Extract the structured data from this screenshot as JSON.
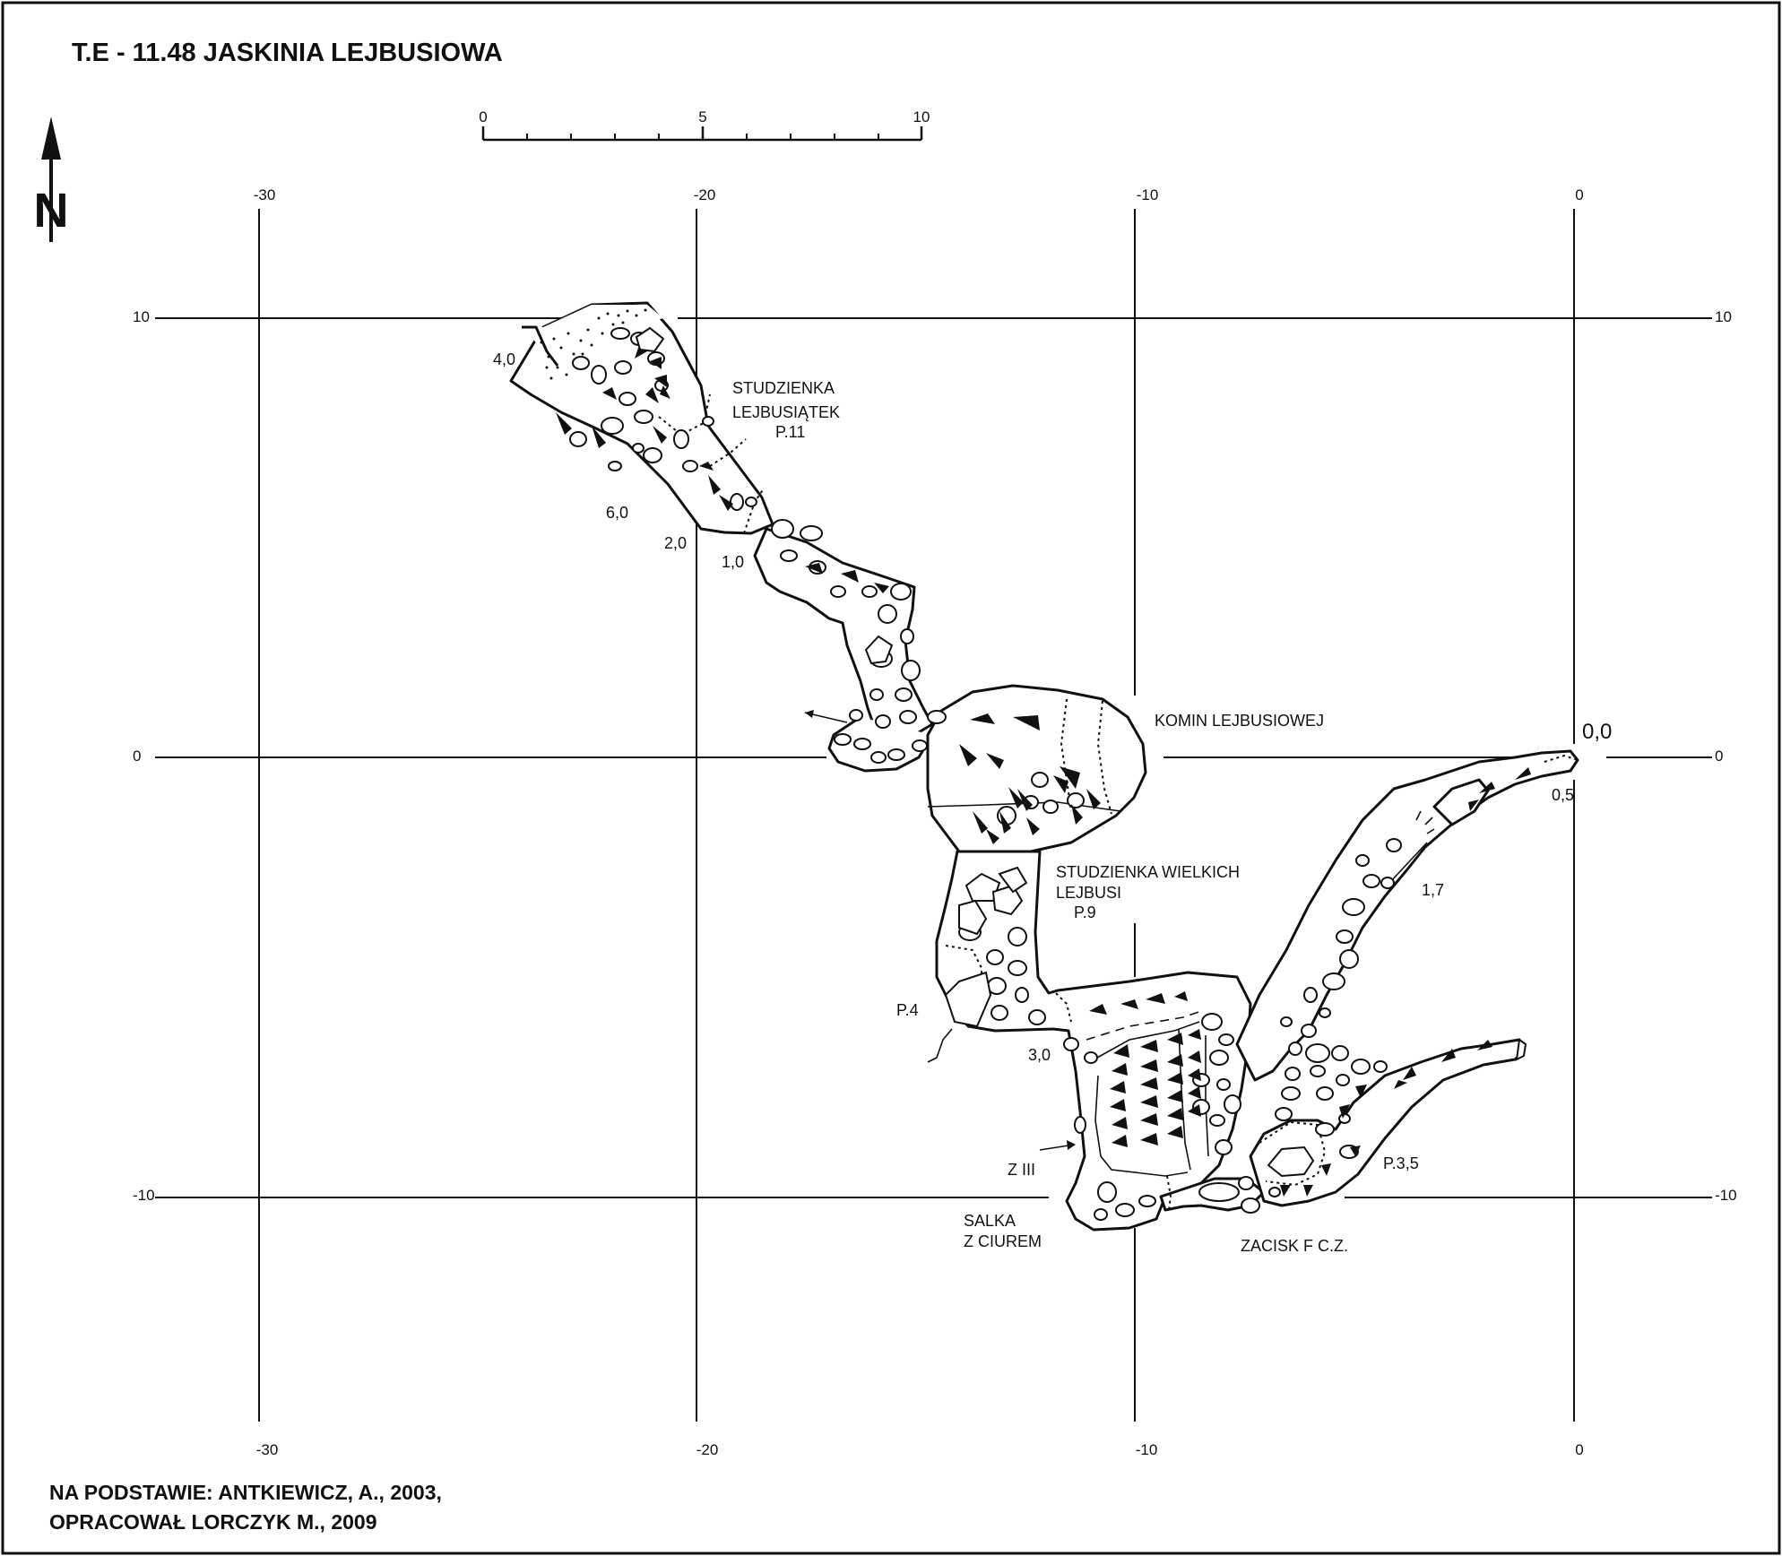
{
  "title": "T.E - 11.48  JASKINIA LEJBUSIOWA",
  "credits": [
    "NA PODSTAWIE: ANTKIEWICZ, A., 2003,",
    "OPRACOWAŁ LORCZYK M.,  2009"
  ],
  "north_label": "N",
  "scale_bar": {
    "labels": [
      "0",
      "5",
      "10"
    ]
  },
  "grid": {
    "x_top_labels": [
      "-30",
      "-20",
      "-10",
      "0"
    ],
    "x_bottom_labels": [
      "-30",
      "-20",
      "-10",
      "0"
    ],
    "y_left_labels": [
      "10",
      "0",
      "-10"
    ],
    "y_right_labels": [
      "10",
      "0",
      "-10"
    ]
  },
  "features": {
    "studzienka_lejbusiatek": [
      "STUDZIENKA",
      "LEJBUSIĄTEK",
      "P.11"
    ],
    "komin": "KOMIN LEJBUSIOWEJ",
    "studzienka_wielkich": [
      "STUDZIENKA WIELKICH",
      "LEJBUSI",
      "P.9"
    ],
    "p4": "P.4",
    "salka": [
      "SALKA",
      "Z CIUREM"
    ],
    "z3": "Z III",
    "zacisk": "ZACISK F C.Z.",
    "p35": "P.3,5",
    "origin": "0,0"
  },
  "depths": {
    "d40": "4,0",
    "d60": "6,0",
    "d20": "2,0",
    "d10": "1,0",
    "d30": "3,0",
    "d05": "0,5",
    "d17": "1,7"
  }
}
